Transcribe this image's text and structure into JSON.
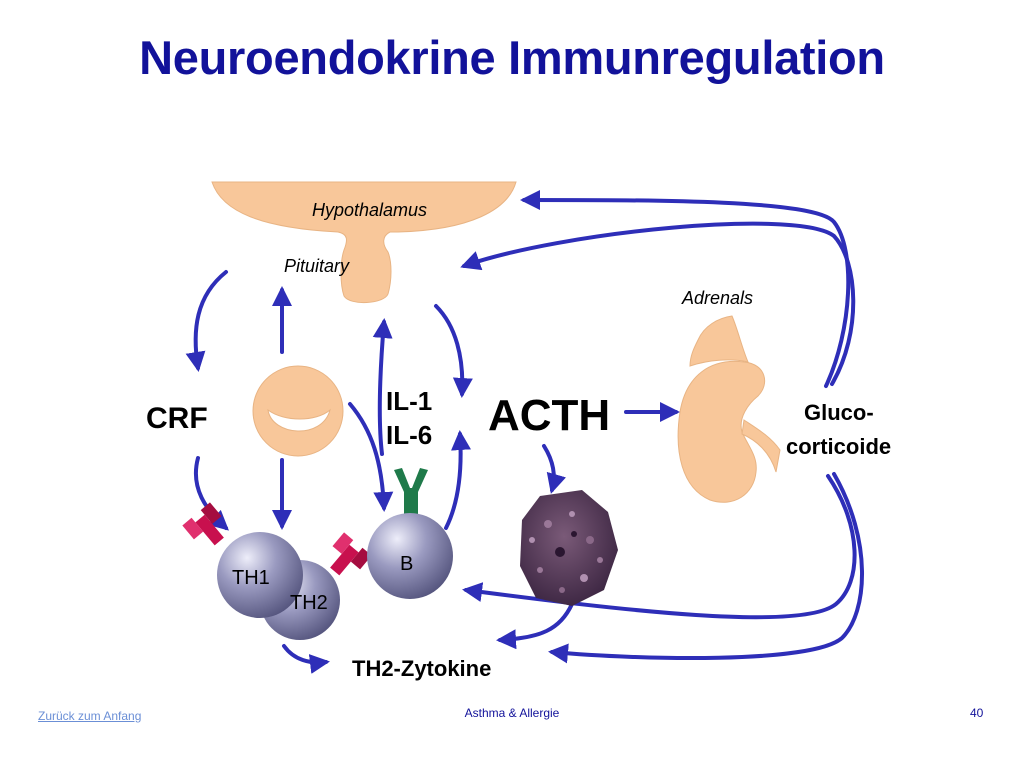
{
  "slide": {
    "title": "Neuroendokrine Immunregulation"
  },
  "diagram": {
    "hypothalamus": "Hypothalamus",
    "pituitary": "Pituitary",
    "adrenals": "Adrenals",
    "crf": "CRF",
    "il1": "IL-1",
    "il6": "IL-6",
    "acth": "ACTH",
    "gluco_line1": "Gluco-",
    "gluco_line2": "corticoide",
    "b_cell": "B",
    "th1": "TH1",
    "th2": "TH2",
    "th2_cytokines": "TH2-Zytokine"
  },
  "footer": {
    "back_link": "Zurück zum Anfang",
    "center_text": "Asthma & Allergie",
    "page_number": "40"
  },
  "colors": {
    "title": "#12129a",
    "arrow": "#2e2eb8",
    "organ": "#f8c79a",
    "cell": "#8c8cb4",
    "receptor": "#c8104e",
    "b_receptor": "#1f7a4a",
    "link": "#6b8fd6"
  }
}
